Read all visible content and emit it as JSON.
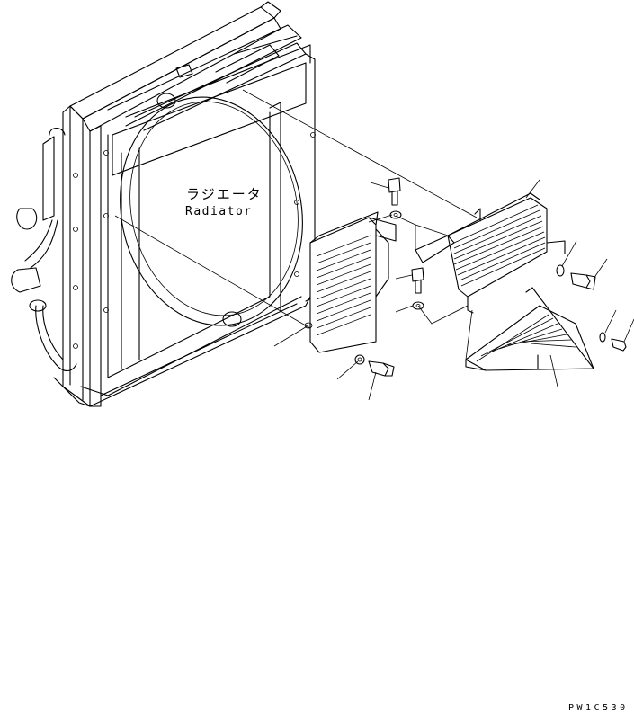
{
  "diagram": {
    "label_jp": "ラジエータ",
    "label_en": "Radiator",
    "drawing_code": "PW1C530",
    "line_color": "#000000",
    "background": "#ffffff"
  }
}
